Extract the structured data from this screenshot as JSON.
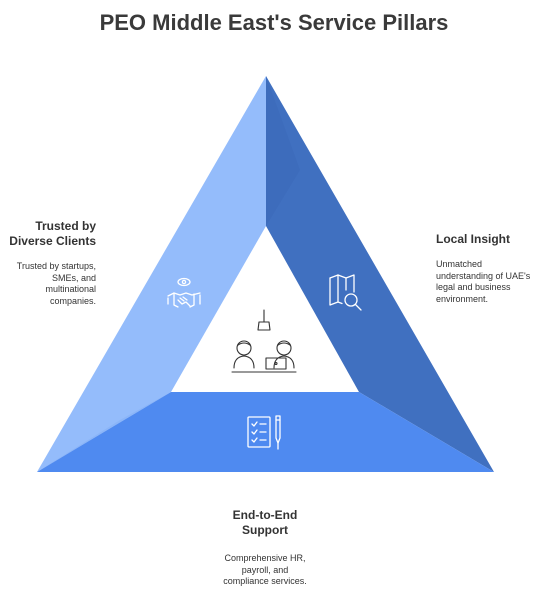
{
  "title": "PEO Middle East's Service Pillars",
  "colors": {
    "left_segment": "#94bcfb",
    "right_segment": "#4070c0",
    "bottom_segment": "#4f8af0",
    "left_shade": "#7fa8ee",
    "right_shade": "#3660ae",
    "icon_on_segment": "#ffffff",
    "center_icon": "#333333",
    "text": "#333333"
  },
  "pillars": {
    "left": {
      "heading_line1": "Trusted by",
      "heading_line2": "Diverse Clients",
      "desc_line1": "Trusted by startups,",
      "desc_line2": "SMEs, and",
      "desc_line3": "multinational",
      "desc_line4": "companies.",
      "icon": "handshake-eye-icon"
    },
    "right": {
      "heading": "Local Insight",
      "desc_line1": "Unmatched",
      "desc_line2": "understanding of UAE's",
      "desc_line3": "legal and business",
      "desc_line4": "environment.",
      "icon": "map-search-icon"
    },
    "bottom": {
      "heading_line1": "End-to-End",
      "heading_line2": "Support",
      "desc_line1": "Comprehensive HR,",
      "desc_line2": "payroll, and",
      "desc_line3": "compliance services.",
      "icon": "checklist-pen-icon"
    }
  },
  "center_icon": "meeting-people-icon"
}
